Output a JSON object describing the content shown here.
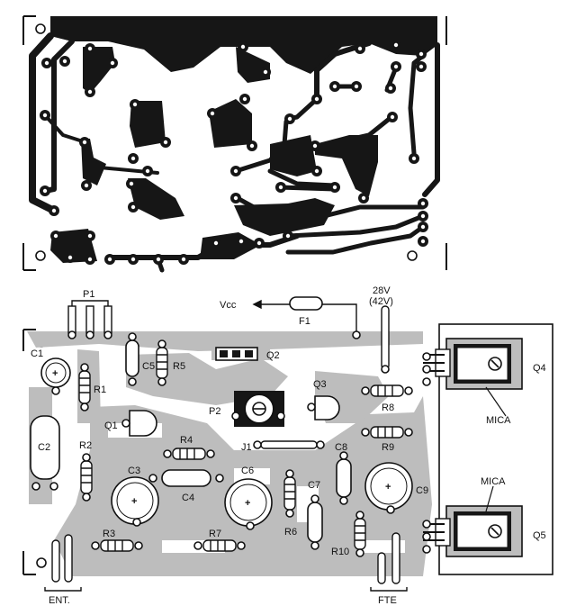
{
  "labels": {
    "p1": "P1",
    "vcc": "Vcc",
    "f1": "F1",
    "v28": "28V",
    "v42": "(42V)",
    "c1": "C1",
    "c2": "C2",
    "c3": "C3",
    "c4": "C4",
    "c5": "C5",
    "c6": "C6",
    "c7": "C7",
    "c8": "C8",
    "c9": "C9",
    "r1": "R1",
    "r2": "R2",
    "r3": "R3",
    "r4": "R4",
    "r5": "R5",
    "r6": "R6",
    "r7": "R7",
    "r8": "R8",
    "r9": "R9",
    "r10": "R10",
    "q1": "Q1",
    "q2": "Q2",
    "q3": "Q3",
    "q4": "Q4",
    "q5": "Q5",
    "p2": "P2",
    "j1": "J1",
    "mica_top": "MICA",
    "mica_bottom": "MICA",
    "ent": "ENT.",
    "fte": "FTE"
  },
  "colors": {
    "copper": "#161616",
    "overlay_fill": "#bdbdbd",
    "ink": "#111111",
    "paper": "#ffffff"
  }
}
